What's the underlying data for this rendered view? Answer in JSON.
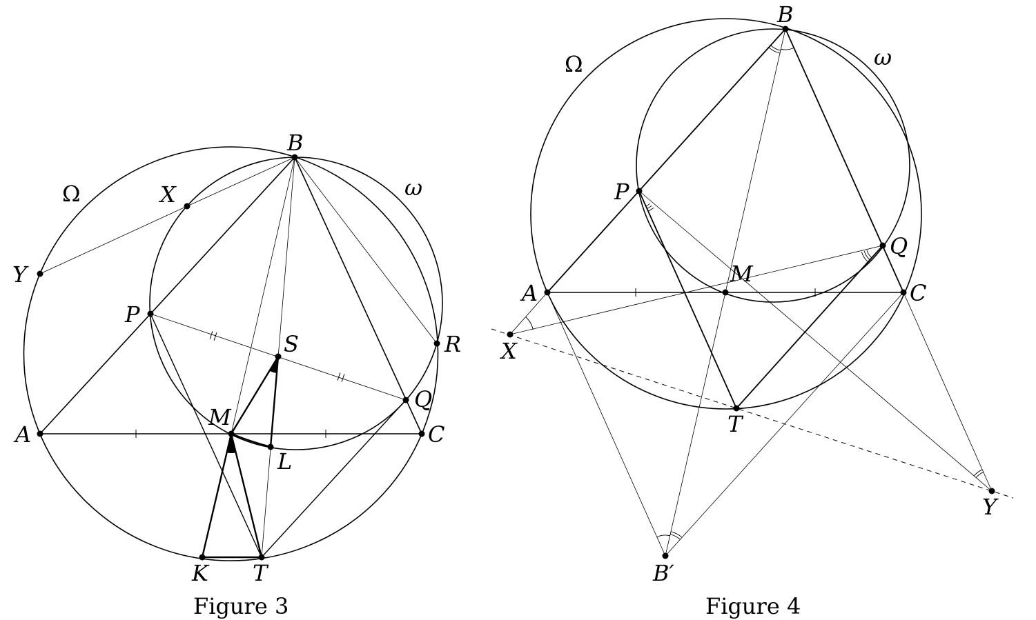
{
  "figure3": {
    "caption": "Figure 3",
    "labels": {
      "B": "B",
      "Omega": "Ω",
      "X": "X",
      "omega": "ω",
      "Y": "Y",
      "P": "P",
      "S": "S",
      "R": "R",
      "Q": "Q",
      "M": "M",
      "A": "A",
      "C": "C",
      "L": "L",
      "K": "K",
      "T": "T"
    }
  },
  "figure4": {
    "caption": "Figure 4",
    "labels": {
      "B": "B",
      "Omega": "Ω",
      "omega": "ω",
      "P": "P",
      "Q": "Q",
      "M": "M",
      "A": "A",
      "C": "C",
      "X": "X",
      "T": "T",
      "Y": "Y",
      "Bp": "B′"
    }
  }
}
